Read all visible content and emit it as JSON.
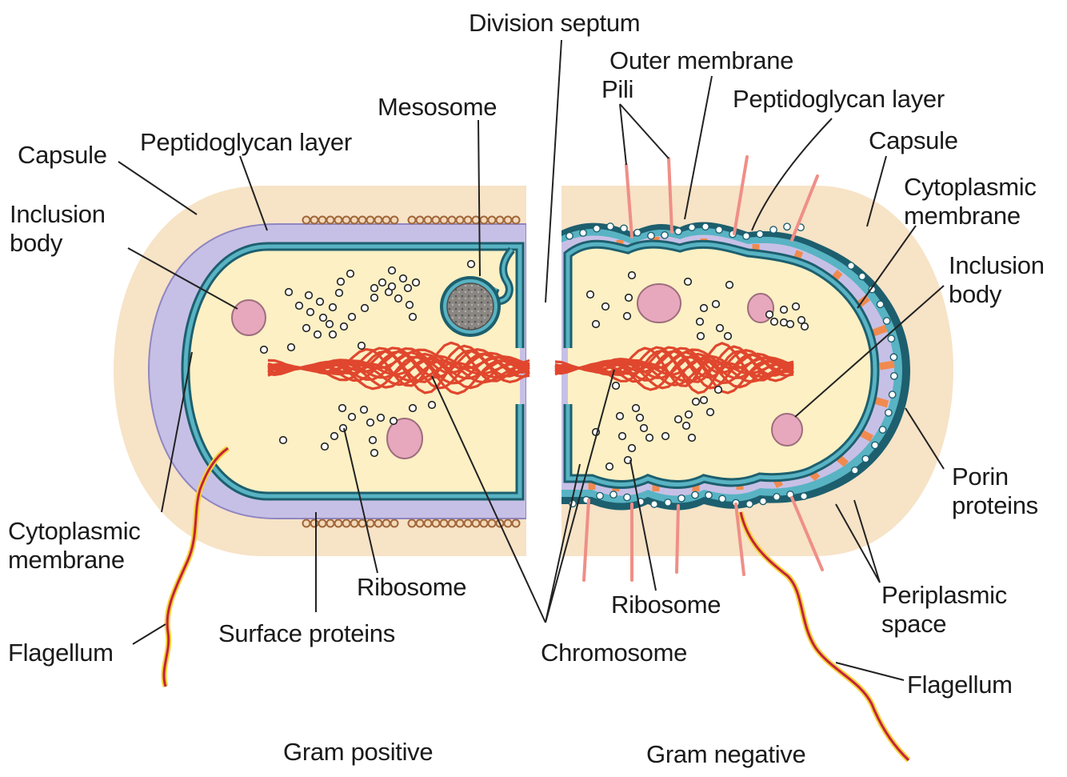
{
  "labels": {
    "division_septum": "Division septum",
    "outer_membrane": "Outer membrane",
    "pili": "Pili",
    "peptidoglycan_right": "Peptidoglycan layer",
    "mesosome": "Mesosome",
    "capsule_left": "Capsule",
    "peptidoglycan_left": "Peptidoglycan layer",
    "capsule_right": "Capsule",
    "cytoplasmic_membrane_right": [
      "Cytoplasmic",
      "membrane"
    ],
    "inclusion_body_left": [
      "Inclusion",
      "body"
    ],
    "inclusion_body_right": [
      "Inclusion",
      "body"
    ],
    "cytoplasmic_membrane_left": [
      "Cytoplasmic",
      "membrane"
    ],
    "porin_proteins": [
      "Porin",
      "proteins"
    ],
    "ribosome_left": "Ribosome",
    "ribosome_right": "Ribosome",
    "periplasmic_space": [
      "Periplasmic",
      "space"
    ],
    "flagellum_left": "Flagellum",
    "surface_proteins": "Surface proteins",
    "chromosome": "Chromosome",
    "flagellum_right": "Flagellum",
    "gram_positive": "Gram positive",
    "gram_negative": "Gram negative"
  },
  "colors": {
    "capsule": "#f7e3c6",
    "peptidoglycan": "#c7c0e6",
    "membrane": "#3f9cb0",
    "cytoplasm": "#fcf0c4",
    "chromosome": "#e0472e",
    "inclusion": "#e7a8bd",
    "mesosome": "#8c8a86",
    "pili": "#ef8f87",
    "porin": "#f08a4e",
    "flagellum": "#d12b2b"
  }
}
